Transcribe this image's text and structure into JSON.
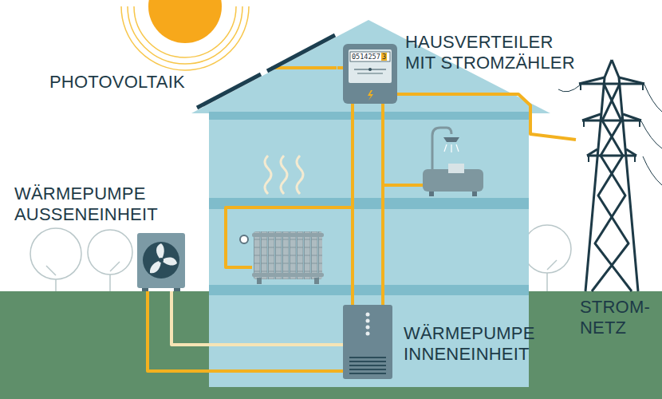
{
  "diagram": {
    "nodes": [
      {
        "text": [
          "PHOTOVOLTAIK"
        ]
      },
      {
        "text": [
          "HAUSVERTEILER MIT STROMZÄHLER",
          "0514257",
          "3"
        ]
      },
      {
        "text": [
          "WÄRMEPUMPE AUSSENEINHEIT"
        ]
      },
      {
        "text": [
          "WÄRMEPUMPE INNENEINHEIT"
        ]
      },
      {
        "text": [
          "STROM- NETZ"
        ]
      }
    ],
    "edges": [
      {
        "from": 0,
        "to": 1,
        "arrow": "none"
      },
      {
        "from": 1,
        "to": 4,
        "arrow": "none"
      },
      {
        "from": 1,
        "to": 3,
        "arrow": "none"
      },
      {
        "from": 1,
        "to": 3,
        "arrow": "none"
      },
      {
        "from": 2,
        "to": 3,
        "arrow": "none"
      },
      {
        "from": 2,
        "to": 3,
        "arrow": "none"
      }
    ]
  }
}
